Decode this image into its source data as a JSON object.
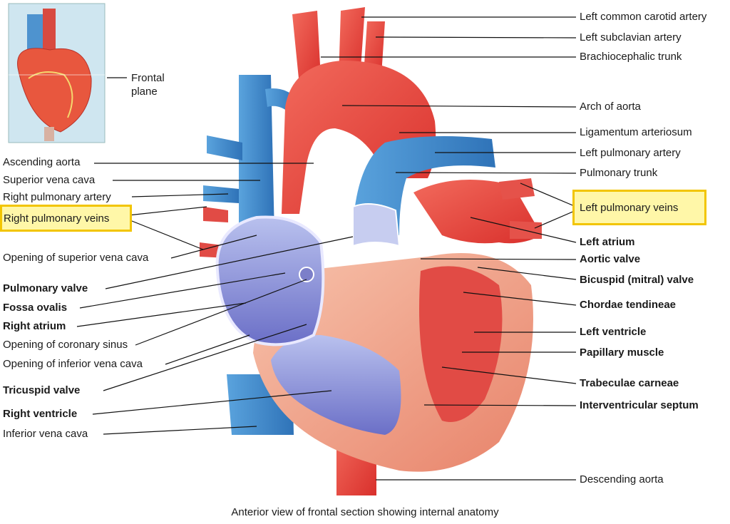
{
  "inset": {
    "label": "Frontal\nplane"
  },
  "left_labels": [
    {
      "id": "ascending-aorta",
      "text": "Ascending aorta",
      "bold": false
    },
    {
      "id": "superior-vena-cava",
      "text": "Superior vena cava",
      "bold": false
    },
    {
      "id": "right-pulmonary-artery",
      "text": "Right pulmonary artery",
      "bold": false
    },
    {
      "id": "right-pulmonary-veins",
      "text": "Right pulmonary veins",
      "bold": false,
      "highlight": true
    },
    {
      "id": "opening-superior-vena-cava",
      "text": "Opening of superior vena cava",
      "bold": false
    },
    {
      "id": "pulmonary-valve",
      "text": "Pulmonary valve",
      "bold": true
    },
    {
      "id": "fossa-ovalis",
      "text": "Fossa ovalis",
      "bold": true
    },
    {
      "id": "right-atrium",
      "text": "Right atrium",
      "bold": true
    },
    {
      "id": "opening-coronary-sinus",
      "text": "Opening of coronary sinus",
      "bold": false
    },
    {
      "id": "opening-inferior-vena-cava",
      "text": "Opening of inferior vena cava",
      "bold": false
    },
    {
      "id": "tricuspid-valve",
      "text": "Tricuspid valve",
      "bold": true
    },
    {
      "id": "right-ventricle",
      "text": "Right ventricle",
      "bold": true
    },
    {
      "id": "inferior-vena-cava",
      "text": "Inferior vena cava",
      "bold": false
    }
  ],
  "right_labels": [
    {
      "id": "left-common-carotid-artery",
      "text": "Left common carotid artery",
      "bold": false
    },
    {
      "id": "left-subclavian-artery",
      "text": "Left subclavian artery",
      "bold": false
    },
    {
      "id": "brachiocephalic-trunk",
      "text": "Brachiocephalic trunk",
      "bold": false
    },
    {
      "id": "arch-of-aorta",
      "text": "Arch of aorta",
      "bold": false
    },
    {
      "id": "ligamentum-arteriosum",
      "text": "Ligamentum arteriosum",
      "bold": false
    },
    {
      "id": "left-pulmonary-artery",
      "text": "Left pulmonary artery",
      "bold": false
    },
    {
      "id": "pulmonary-trunk",
      "text": "Pulmonary trunk",
      "bold": false
    },
    {
      "id": "left-pulmonary-veins",
      "text": "Left pulmonary veins",
      "bold": false,
      "highlight": true
    },
    {
      "id": "left-atrium",
      "text": "Left atrium",
      "bold": true
    },
    {
      "id": "aortic-valve",
      "text": "Aortic valve",
      "bold": true
    },
    {
      "id": "bicuspid-valve",
      "text": "Bicuspid (mitral) valve",
      "bold": true
    },
    {
      "id": "chordae-tendineae",
      "text": "Chordae tendineae",
      "bold": true
    },
    {
      "id": "left-ventricle",
      "text": "Left ventricle",
      "bold": true
    },
    {
      "id": "papillary-muscle",
      "text": "Papillary muscle",
      "bold": true
    },
    {
      "id": "trabeculae-carneae",
      "text": "Trabeculae carneae",
      "bold": true
    },
    {
      "id": "interventricular-septum",
      "text": "Interventricular septum",
      "bold": true
    },
    {
      "id": "descending-aorta",
      "text": "Descending aorta",
      "bold": false
    }
  ],
  "caption": "Anterior view of frontal section showing internal anatomy",
  "colors": {
    "artery_red": "#e8413f",
    "vein_blue": "#3f86c8",
    "muscle_pink": "#f2a48a",
    "chamber_blue": "#7e86d6",
    "highlight_yellow": "#f2c500"
  }
}
